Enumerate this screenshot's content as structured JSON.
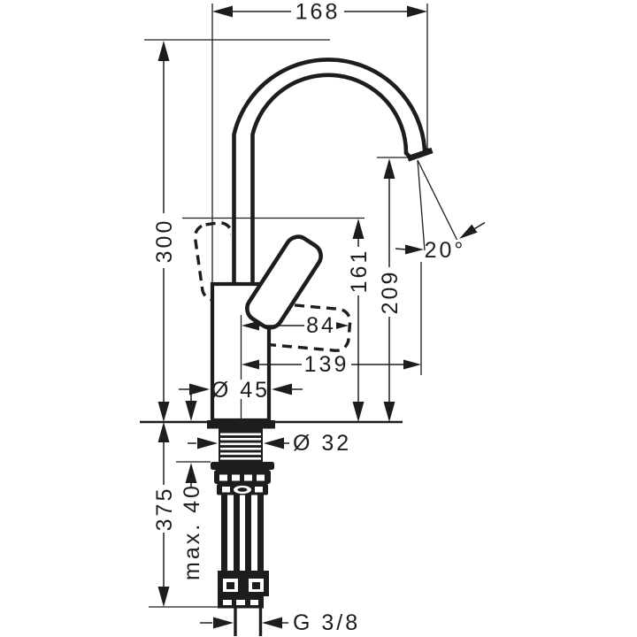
{
  "drawing": {
    "type": "single-hole basin mixer faucet – dimensional drawing",
    "colors": {
      "line": "#1d1d1b",
      "background": "#ffffff"
    },
    "dims": {
      "overall_width": "168",
      "height_above_deck": "300",
      "handle_top_height": "161",
      "outlet_height": "209",
      "spray_angle": "20°",
      "handle_reach": "84",
      "spout_reach": "139",
      "body_diameter": "Ø 45",
      "shank_diameter": "Ø 32",
      "max_mounting_thickness": "max. 40",
      "below_deck_length": "375",
      "hose_connection_thread": "G 3/8"
    }
  }
}
